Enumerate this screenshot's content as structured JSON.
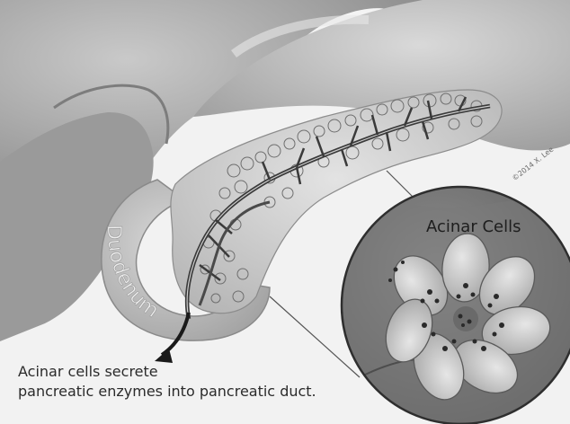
{
  "labels": {
    "acinar_cells": "Acinar Cells",
    "duodenum": "Duodenum",
    "caption_line_1": "Acinar cells secrete",
    "caption_line_2": "pancreatic enzymes into pancreatic duct.",
    "credit": "©2014 X. Lee"
  },
  "colors": {
    "background": "#f3f3f3",
    "organ_dark": "#7a7a7a",
    "organ_mid": "#b0b0b0",
    "organ_light": "#d6d6d6",
    "duct": "#3a3a3a",
    "text": "#2b2b2b"
  }
}
